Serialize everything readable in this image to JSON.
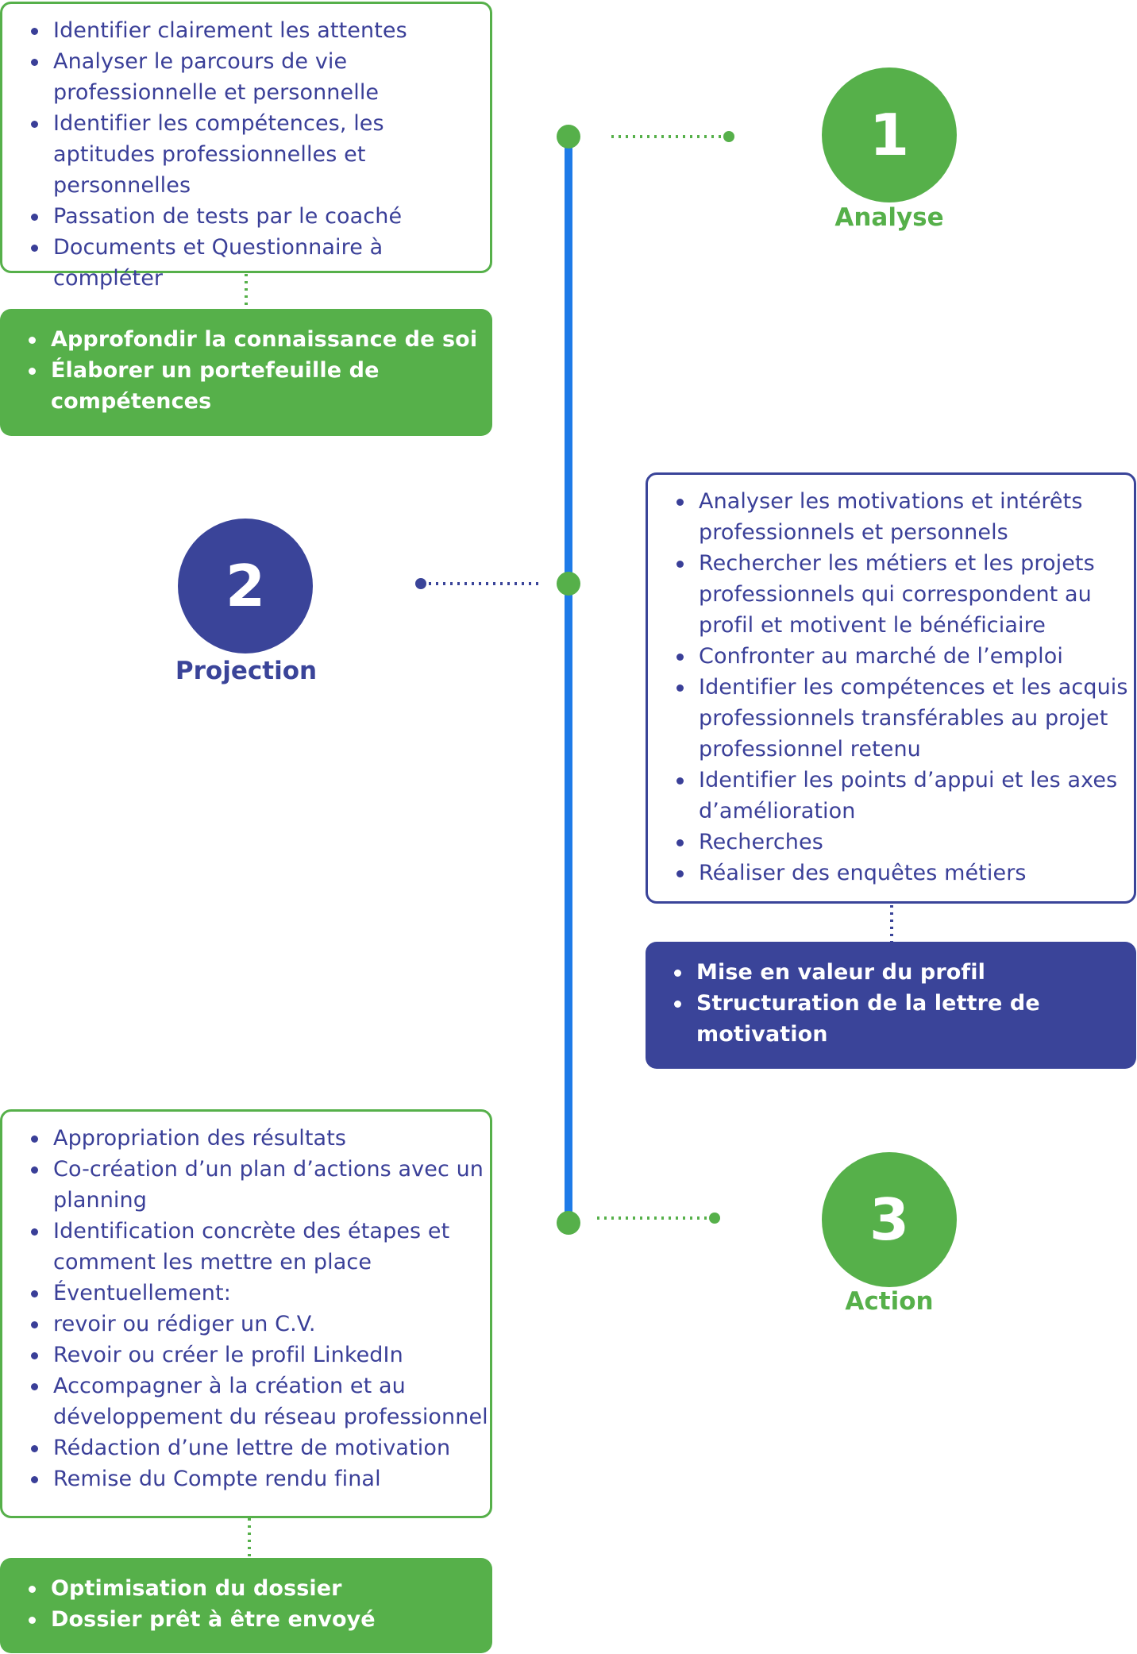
{
  "colors": {
    "green": "#56b04a",
    "navy": "#3a4499",
    "timeline_blue": "#1e7be8",
    "text_navy": "#3a3f98"
  },
  "steps": [
    {
      "number": "1",
      "label": "Analyse",
      "color": "#56b04a",
      "details": [
        "Identifier clairement les attentes",
        "Analyser le parcours de vie professionnelle et personnelle",
        "Identifier les compétences, les aptitudes professionnelles et personnelles",
        "Passation de tests par le coaché",
        "Documents et Questionnaire à compléter"
      ],
      "outcomes": [
        "Approfondir la connaissance de soi",
        "Élaborer un portefeuille de compétences"
      ]
    },
    {
      "number": "2",
      "label": "Projection",
      "color": "#3a4499",
      "details": [
        "Analyser les motivations et intérêts professionnels et personnels",
        "Rechercher les métiers et les projets professionnels qui correspondent au profil et motivent le bénéficiaire",
        "Confronter au marché de l’emploi",
        "Identifier les compétences et les acquis professionnels transférables au projet professionnel retenu",
        "Identifier les points d’appui et les axes d’amélioration",
        "Recherches",
        "Réaliser des enquêtes métiers"
      ],
      "outcomes": [
        "Mise en valeur du profil",
        "Structuration de la lettre de motivation"
      ]
    },
    {
      "number": "3",
      "label": "Action",
      "color": "#56b04a",
      "details": [
        "Appropriation des résultats",
        "Co-création d’un plan d’actions avec un planning",
        "Identification concrète des étapes et comment les mettre en place",
        "Éventuellement:",
        "revoir ou rédiger un C.V.",
        "Revoir ou créer le profil LinkedIn",
        "Accompagner à la création et au développement du réseau professionnel",
        "Rédaction d’une lettre de motivation",
        "Remise du Compte rendu final"
      ],
      "outcomes": [
        "Optimisation du dossier",
        "Dossier prêt à être envoyé"
      ]
    }
  ]
}
